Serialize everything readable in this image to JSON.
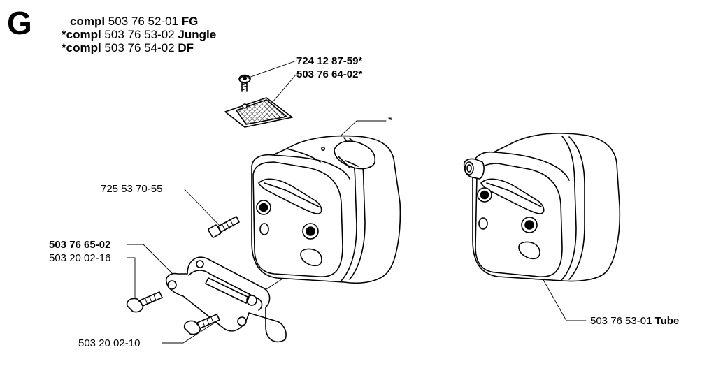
{
  "section_letter": "G",
  "header": {
    "lines": [
      {
        "prefix": "compl",
        "part": "503 76 52-01",
        "suffix": "FG"
      },
      {
        "prefix": "*compl",
        "part": "503 76 53-02",
        "suffix": "Jungle"
      },
      {
        "prefix": "*compl",
        "part": "503 76 54-02",
        "suffix": "DF"
      }
    ]
  },
  "callouts": {
    "screw_top": "724 12 87-59*",
    "screen": "503 76 64-02*",
    "asterisk": "*",
    "bolt_upper": "725 53 70-55",
    "bracket": "503 76 65-02",
    "screw_bracket": "503 20 02-16",
    "screw_lower": "503 20 02-10",
    "tube_part": "503 76 53-01",
    "tube_label": "Tube"
  }
}
